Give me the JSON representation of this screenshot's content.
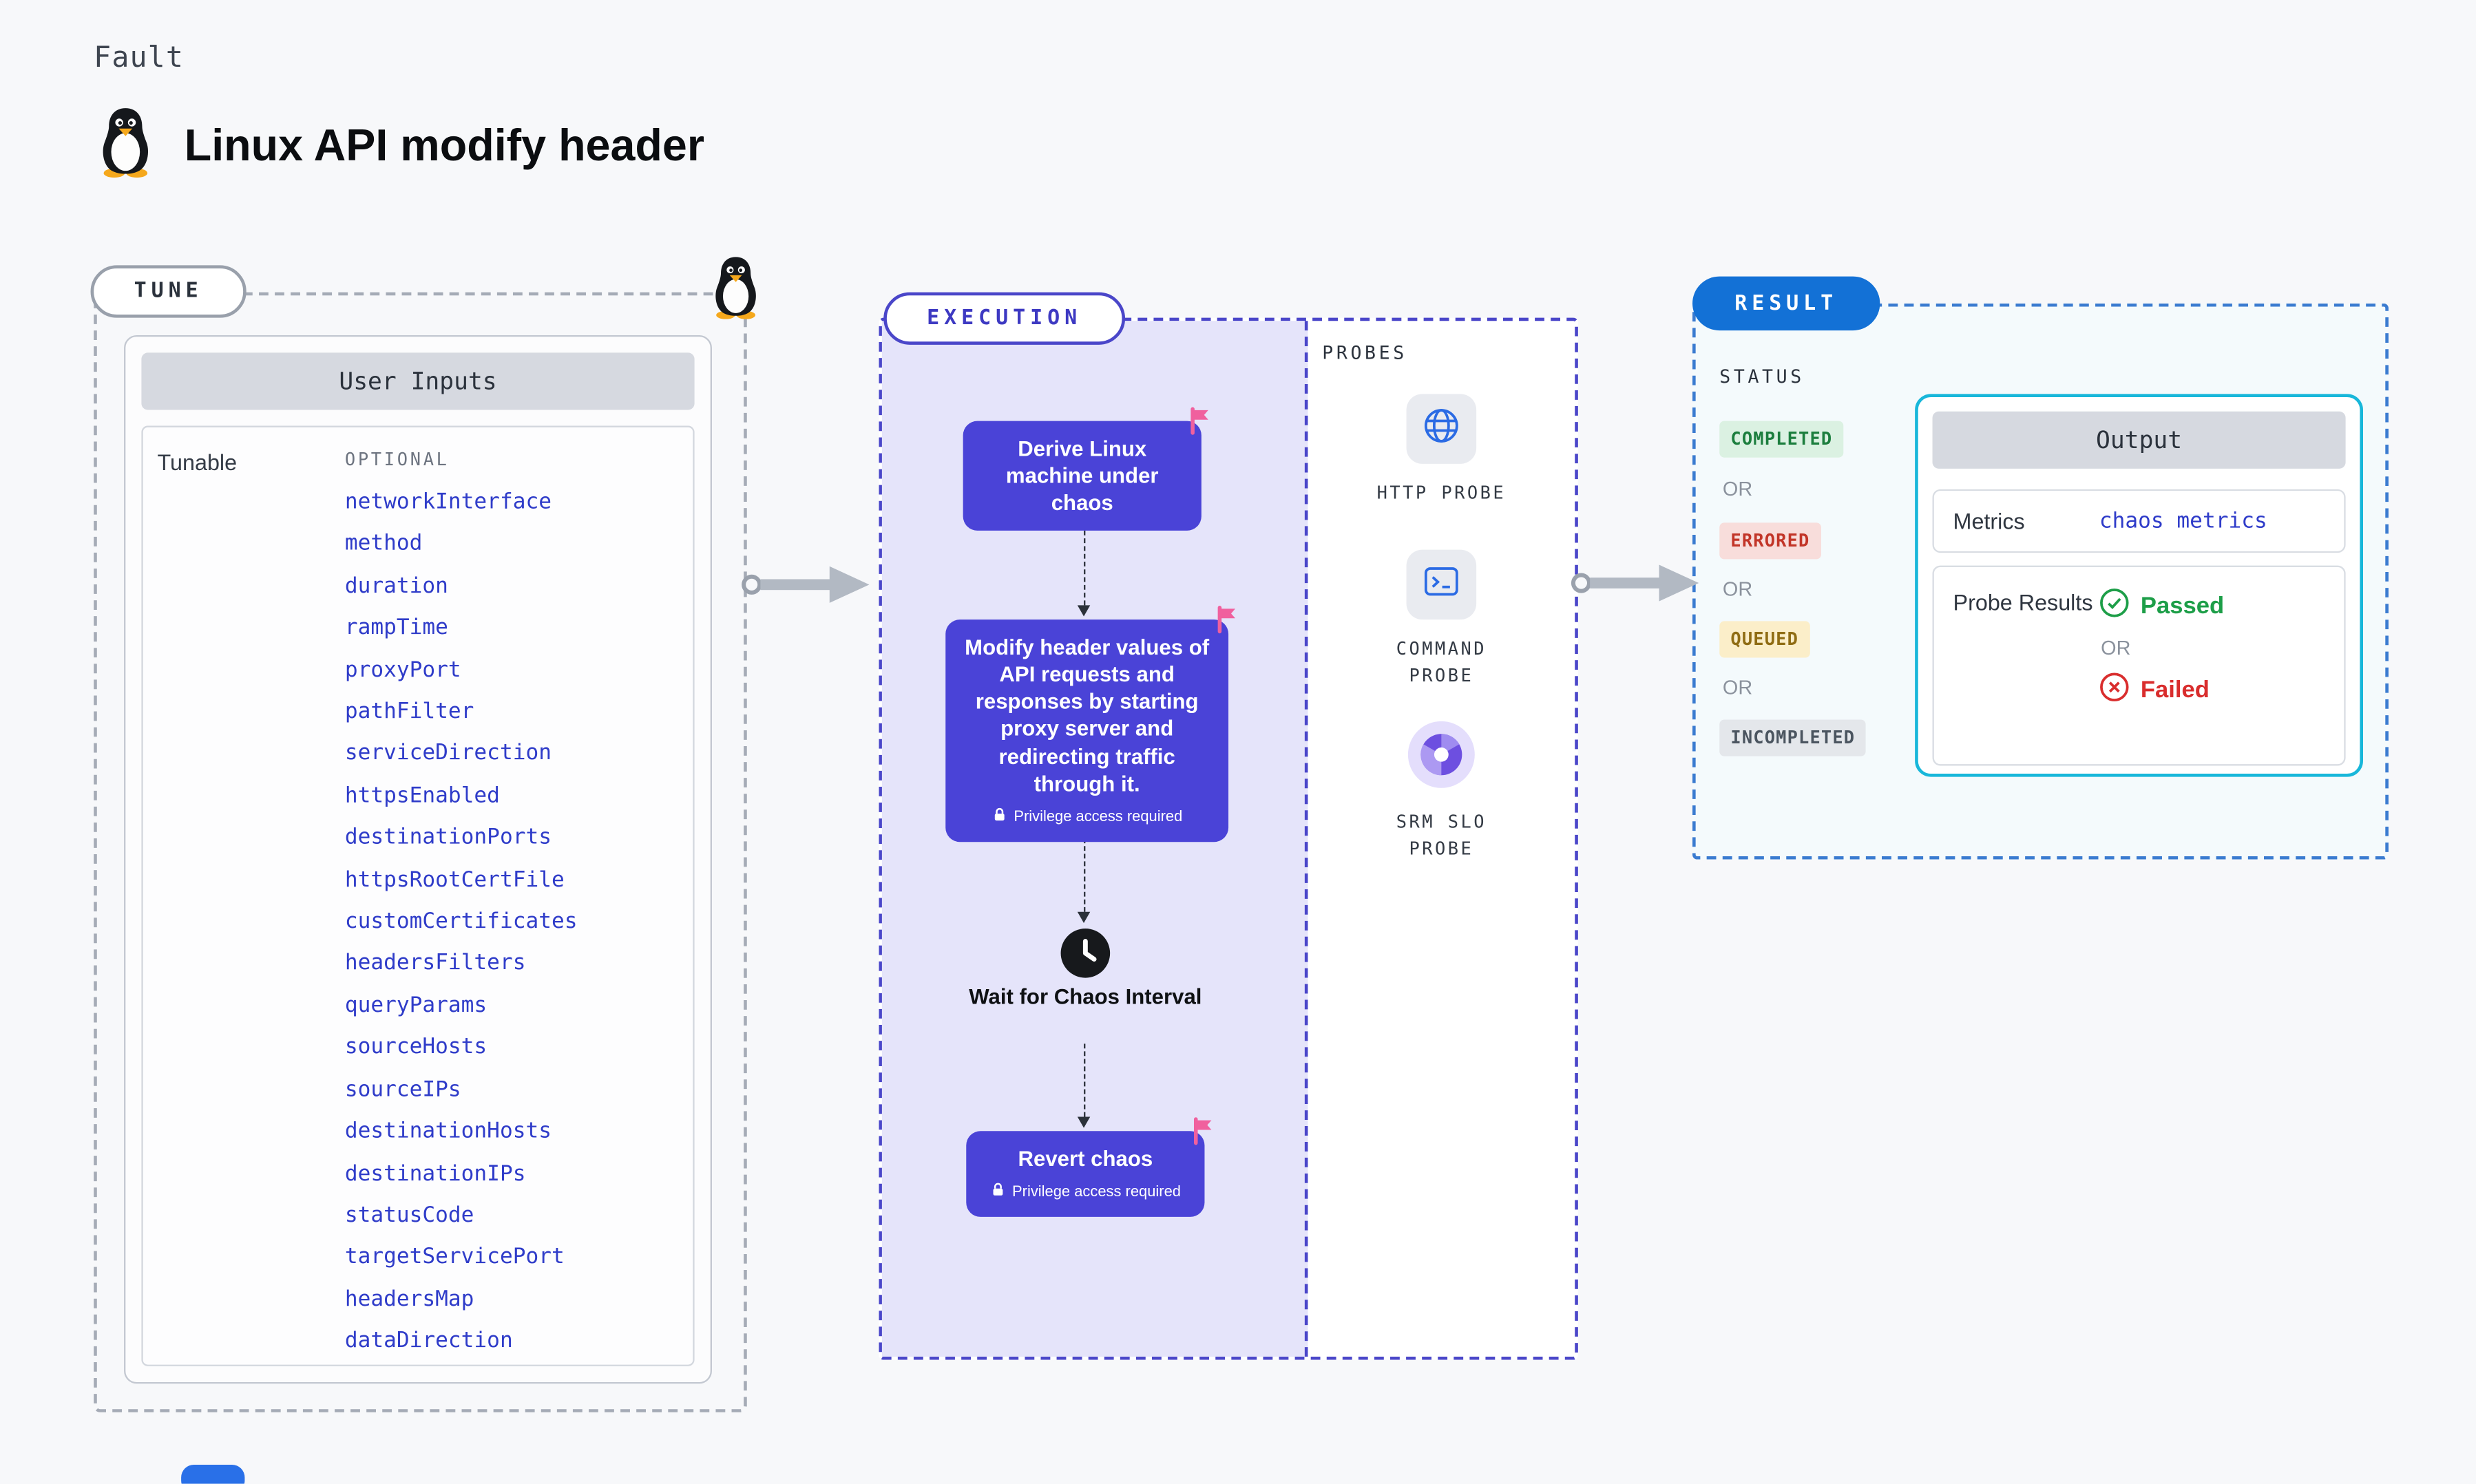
{
  "page": {
    "kicker": "Fault",
    "title": "Linux API modify header",
    "title_icon": "linux-penguin"
  },
  "colors": {
    "step_indigo": "#4a43d7",
    "execution_border": "#4a46c9",
    "execution_lane_bg": "#e5e4fa",
    "result_badge_blue": "#1371d6",
    "result_border": "#3a7bd0",
    "output_border_cyan": "#18b7da",
    "link_blue": "#2f3cc9",
    "status_completed": "#1c7e3e",
    "status_errored": "#c23528",
    "status_queued": "#8f6c13",
    "status_incompleted": "#4b5560",
    "passed_green": "#1d9e48",
    "failed_red": "#d92d2d",
    "chaos_flag_pink": "#f0609e"
  },
  "tune": {
    "badge": "TUNE",
    "panel_title": "User Inputs",
    "row_label": "Tunable",
    "column_header": "OPTIONAL",
    "tunables": [
      "networkInterface",
      "method",
      "duration",
      "rampTime",
      "proxyPort",
      "pathFilter",
      "serviceDirection",
      "httpsEnabled",
      "destinationPorts",
      "httpsRootCertFile",
      "customCertificates",
      "headersFilters",
      "queryParams",
      "sourceHosts",
      "sourceIPs",
      "destinationHosts",
      "destinationIPs",
      "statusCode",
      "targetServicePort",
      "headersMap",
      "dataDirection"
    ]
  },
  "execution": {
    "badge": "EXECUTION",
    "steps": [
      {
        "label": "Derive Linux machine under chaos",
        "type": "chaos",
        "privilege": false
      },
      {
        "label": "Modify header values of API requests and responses by starting proxy server and redirecting traffic through it.",
        "type": "chaos",
        "privilege": true,
        "privilege_label": "Privilege access required"
      },
      {
        "label": "Wait for Chaos Interval",
        "type": "wait",
        "privilege": false
      },
      {
        "label": "Revert chaos",
        "type": "chaos",
        "privilege": true,
        "privilege_label": "Privilege access required"
      }
    ]
  },
  "probes": {
    "title": "PROBES",
    "items": [
      {
        "label": "HTTP PROBE",
        "icon": "globe-icon"
      },
      {
        "label": "COMMAND PROBE",
        "icon": "terminal-icon"
      },
      {
        "label": "SRM SLO PROBE",
        "icon": "slo-gauge-icon"
      }
    ]
  },
  "result": {
    "badge": "RESULT",
    "status_title": "STATUS",
    "or_label": "OR",
    "statuses": [
      {
        "label": "COMPLETED",
        "tone": "green"
      },
      {
        "label": "ERRORED",
        "tone": "red"
      },
      {
        "label": "QUEUED",
        "tone": "yellow"
      },
      {
        "label": "INCOMPLETED",
        "tone": "gray"
      }
    ],
    "output": {
      "title": "Output",
      "metrics_label": "Metrics",
      "metrics_value": "chaos metrics",
      "probe_results_label": "Probe Results",
      "passed_label": "Passed",
      "failed_label": "Failed"
    }
  }
}
